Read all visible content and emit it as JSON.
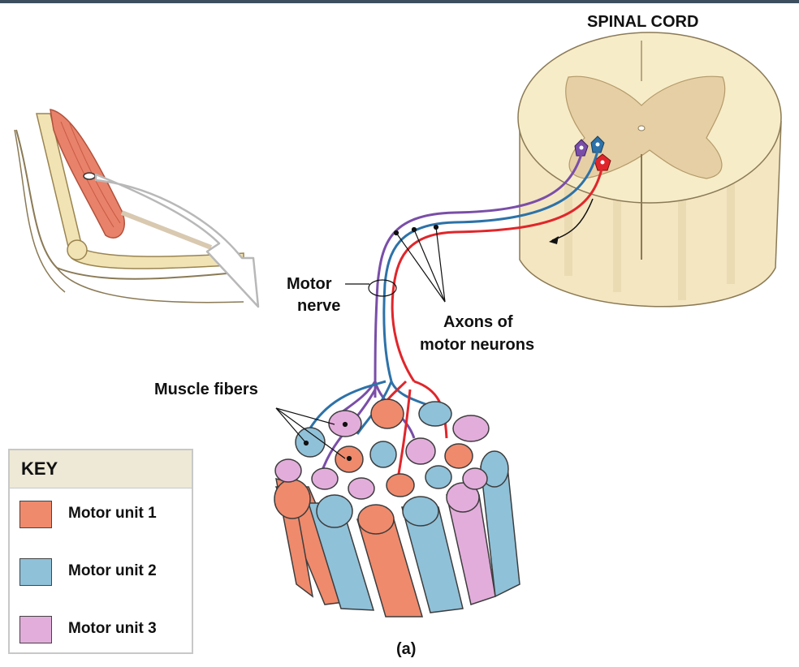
{
  "labels": {
    "spinal_cord": "SPINAL CORD",
    "motor_nerve_line1": "Motor",
    "motor_nerve_line2": "nerve",
    "axons_line1": "Axons of",
    "axons_line2": "motor neurons",
    "muscle_fibers": "Muscle fibers",
    "panel": "(a)"
  },
  "key": {
    "title": "KEY",
    "items": [
      {
        "label": "Motor unit 1",
        "color": "#ef8a6c"
      },
      {
        "label": "Motor unit 2",
        "color": "#8fc1d9"
      },
      {
        "label": "Motor unit 3",
        "color": "#e2addb"
      }
    ]
  },
  "colors": {
    "unit1": "#ef8a6c",
    "unit1_axon": "#e0262b",
    "unit2": "#8fc1d9",
    "unit2_axon": "#2d72a8",
    "unit3": "#e2addb",
    "unit3_axon": "#7a4ea8",
    "spinal_white_matter": "#f7ecc8",
    "spinal_gray_matter": "#e6cfa4",
    "arm_muscle": "#e9826a"
  }
}
